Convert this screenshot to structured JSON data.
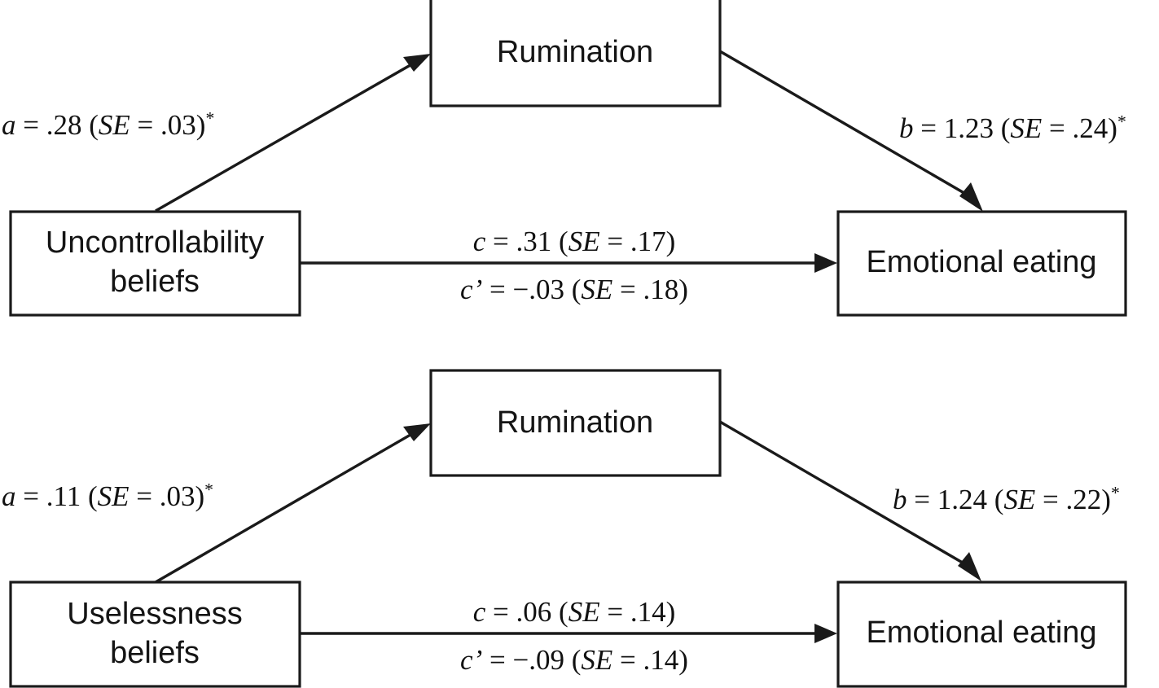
{
  "figure": {
    "type": "mediation-path-diagram",
    "panels": [
      {
        "id": "panel-uncontrollability",
        "predictor": "Uncontrollability\nbeliefs",
        "predictor_line1": "Uncontrollability",
        "predictor_line2": "beliefs",
        "mediator": "Rumination",
        "outcome": "Emotional eating",
        "paths": {
          "a": {
            "coefficient_symbol": "a",
            "estimate": ".28",
            "se_label": "SE",
            "se": ".03",
            "significant": true,
            "star": "*",
            "full_text": "a = .28 (SE = .03)*"
          },
          "b": {
            "coefficient_symbol": "b",
            "estimate": "1.23",
            "se_label": "SE",
            "se": ".24",
            "significant": true,
            "star": "*",
            "full_text": "b = 1.23 (SE = .24)*"
          },
          "c": {
            "coefficient_symbol": "c",
            "estimate": ".31",
            "se_label": "SE",
            "se": ".17",
            "significant": false,
            "star": "",
            "full_text": "c = .31 (SE = .17)"
          },
          "c_prime": {
            "coefficient_symbol": "c’",
            "estimate": "−.03",
            "se_label": "SE",
            "se": ".18",
            "significant": false,
            "star": "",
            "full_text": "c’ = −.03 (SE = .18)"
          }
        }
      },
      {
        "id": "panel-uselessness",
        "predictor": "Uselessness\nbeliefs",
        "predictor_line1": "Uselessness",
        "predictor_line2": "beliefs",
        "mediator": "Rumination",
        "outcome": "Emotional eating",
        "paths": {
          "a": {
            "coefficient_symbol": "a",
            "estimate": ".11",
            "se_label": "SE",
            "se": ".03",
            "significant": true,
            "star": "*",
            "full_text": "a = .11 (SE = .03)*"
          },
          "b": {
            "coefficient_symbol": "b",
            "estimate": "1.24",
            "se_label": "SE",
            "se": ".22",
            "significant": true,
            "star": "*",
            "full_text": "b = 1.24 (SE = .22)*"
          },
          "c": {
            "coefficient_symbol": "c",
            "estimate": ".06",
            "se_label": "SE",
            "se": ".14",
            "significant": false,
            "star": "",
            "full_text": "c = .06 (SE = .14)"
          },
          "c_prime": {
            "coefficient_symbol": "c’",
            "estimate": "−.09",
            "se_label": "SE",
            "se": ".14",
            "significant": false,
            "star": "",
            "full_text": "c’ = −.09 (SE = .14)"
          }
        }
      }
    ],
    "colors": {
      "stroke": "#1a1a1a",
      "text": "#111111",
      "background": "#ffffff"
    }
  }
}
